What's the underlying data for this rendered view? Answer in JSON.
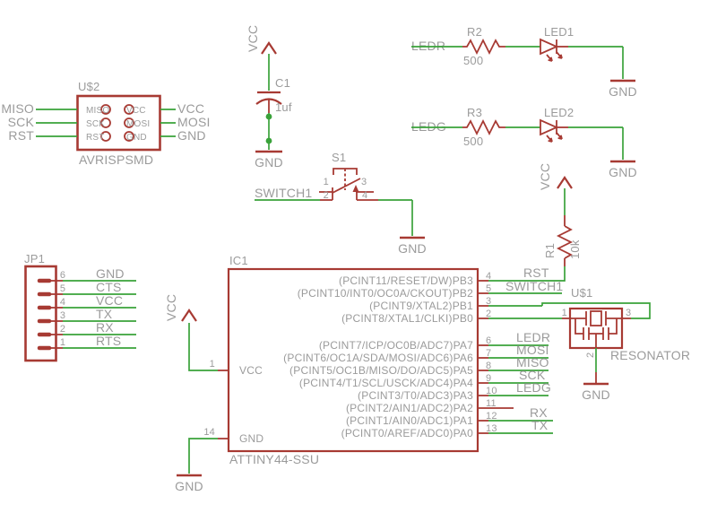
{
  "colors": {
    "wire_green": "#3aa23a",
    "symbol_red": "#a73a33",
    "text_gray": "#9b9b9b",
    "background": "#ffffff"
  },
  "avrisp": {
    "ref": "U$2",
    "part": "AVRISPSMD",
    "pin_names_left": [
      "MISO",
      "SCK",
      "RST"
    ],
    "pin_names_right": [
      "VCC",
      "MOSI",
      "GND"
    ],
    "nets_left": [
      "MISO",
      "SCK",
      "RST"
    ],
    "nets_right": [
      "VCC",
      "MOSI",
      "GND"
    ]
  },
  "c1": {
    "ref": "C1",
    "value": "1uf",
    "vcc": "VCC",
    "gnd": "GND"
  },
  "led_rows": [
    {
      "net": "LEDR",
      "resistor_ref": "R2",
      "resistor_value": "500",
      "led_ref": "LED1",
      "gnd": "GND"
    },
    {
      "net": "LEDG",
      "resistor_ref": "R3",
      "resistor_value": "500",
      "led_ref": "LED2",
      "gnd": "GND"
    }
  ],
  "switch": {
    "ref": "S1",
    "net": "SWITCH1",
    "pin_numbers": [
      "1",
      "2",
      "3",
      "4"
    ],
    "gnd": "GND"
  },
  "r1": {
    "ref": "R1",
    "value": "10k",
    "vcc": "VCC"
  },
  "jp1": {
    "ref": "JP1",
    "pins": [
      {
        "num": "6",
        "net": "GND"
      },
      {
        "num": "5",
        "net": "CTS"
      },
      {
        "num": "4",
        "net": "VCC"
      },
      {
        "num": "3",
        "net": "TX"
      },
      {
        "num": "2",
        "net": "RX"
      },
      {
        "num": "1",
        "net": "RTS"
      }
    ]
  },
  "ic1": {
    "ref": "IC1",
    "part": "ATTINY44-SSU",
    "vcc_net": "VCC",
    "gnd_net": "GND",
    "left_pins": [
      {
        "num": "1",
        "name": "VCC"
      },
      {
        "num": "14",
        "name": "GND"
      }
    ],
    "right_pins": [
      {
        "num": "4",
        "name": "(PCINT11/RESET/DW)PB3",
        "net": "RST"
      },
      {
        "num": "5",
        "name": "(PCINT10/INT0/OC0A/CKOUT)PB2",
        "net": "SWITCH1"
      },
      {
        "num": "3",
        "name": "(PCINT9/XTAL2)PB1"
      },
      {
        "num": "2",
        "name": "(PCINT8/XTAL1/CLKI)PB0"
      },
      {
        "num": "6",
        "name": "(PCINT7/ICP/OC0B/ADC7)PA7",
        "net": "LEDR"
      },
      {
        "num": "7",
        "name": "(PCINT6/OC1A/SDA/MOSI/ADC6)PA6",
        "net": "MOSI"
      },
      {
        "num": "8",
        "name": "(PCINT5/OC1B/MISO/DO/ADC5)PA5",
        "net": "MISO"
      },
      {
        "num": "9",
        "name": "(PCINT4/T1/SCL/USCK/ADC4)PA4",
        "net": "SCK"
      },
      {
        "num": "10",
        "name": "(PCINT3/T0/ADC3)PA3",
        "net": "LEDG"
      },
      {
        "num": "11",
        "name": "(PCINT2/AIN1/ADC2)PA2"
      },
      {
        "num": "12",
        "name": "(PCINT1/AIN0/ADC1)PA1",
        "net": "RX"
      },
      {
        "num": "13",
        "name": "(PCINT0/AREF/ADC0)PA0",
        "net": "TX"
      }
    ]
  },
  "resonator": {
    "ref": "U$1",
    "part": "RESONATOR",
    "pin_numbers": [
      "1",
      "2",
      "3"
    ],
    "gnd": "GND"
  }
}
